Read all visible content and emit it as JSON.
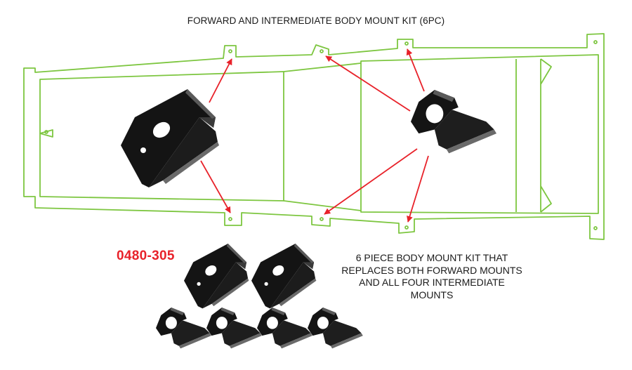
{
  "title": "FORWARD AND INTERMEDIATE BODY MOUNT KIT (6PC)",
  "part_number": "0480-305",
  "description": {
    "lines": [
      "6 PIECE BODY MOUNT KIT THAT",
      "REPLACES BOTH FORWARD MOUNTS",
      "AND ALL FOUR INTERMEDIATE",
      "MOUNTS"
    ]
  },
  "colors": {
    "frame_outline": "#7dc640",
    "arrow": "#e8222a",
    "bracket": "#141414",
    "bracket_highlight": "#7a7a7a",
    "part_number": "#e8222a"
  },
  "parts": {
    "forward_mount_count": 2,
    "intermediate_mount_count": 4
  }
}
